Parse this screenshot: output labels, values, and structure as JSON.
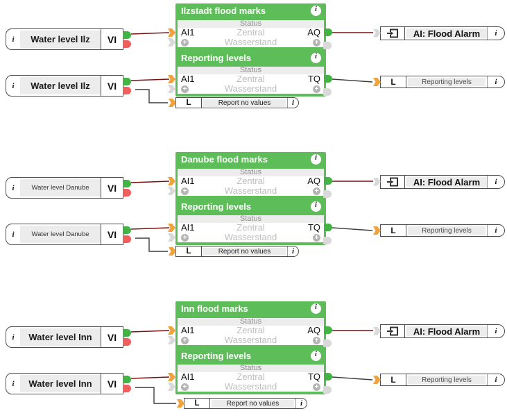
{
  "icons": {
    "info": "i",
    "plus": "+"
  },
  "colors": {
    "block_green": "#5cbd59",
    "connector_orange": "#f2a23b",
    "pin_green": "#42b344",
    "pin_red": "#f15e5e",
    "wire_red": "#7a1111",
    "wire_gray": "#3d3d3d",
    "cell_gray": "#ececec"
  },
  "groups": [
    {
      "name": "Ilzstadt",
      "inputs": [
        {
          "label": "Water level Ilz",
          "port": "VI"
        },
        {
          "label": "Water level Ilz",
          "port": "VI"
        }
      ],
      "blocks": [
        {
          "title": "Ilzstadt flood marks",
          "status": "Status",
          "input": "AI1",
          "source": "Zentral",
          "measure": "Wasserstand",
          "output": "AQ"
        },
        {
          "title": "Reporting levels",
          "status": "Status",
          "input": "AI1",
          "source": "Zentral",
          "measure": "Wasserstand",
          "output": "TQ"
        }
      ],
      "no_values": {
        "port": "L",
        "label": "Report no values"
      },
      "outputs": {
        "alarm": {
          "label": "AI: Flood Alarm"
        },
        "report": {
          "port": "L",
          "label": "Reporting levels"
        }
      }
    },
    {
      "name": "Danube",
      "inputs": [
        {
          "label": "Water level Danube",
          "port": "VI"
        },
        {
          "label": "Water level Danube",
          "port": "VI"
        }
      ],
      "blocks": [
        {
          "title": "Danube flood marks",
          "status": "Status",
          "input": "AI1",
          "source": "Zentral",
          "measure": "Wasserstand",
          "output": "AQ"
        },
        {
          "title": "Reporting levels",
          "status": "Status",
          "input": "AI1",
          "source": "Zentral",
          "measure": "Wasserstand",
          "output": "TQ"
        }
      ],
      "no_values": {
        "port": "L",
        "label": "Report no values"
      },
      "outputs": {
        "alarm": {
          "label": "AI: Flood Alarm"
        },
        "report": {
          "port": "L",
          "label": "Reporting levels"
        }
      }
    },
    {
      "name": "Inn",
      "inputs": [
        {
          "label": "Water level Inn",
          "port": "VI"
        },
        {
          "label": "Water level Inn",
          "port": "VI"
        }
      ],
      "blocks": [
        {
          "title": "Inn flood marks",
          "status": "Status",
          "input": "AI1",
          "source": "Zentral",
          "measure": "Wasserstand",
          "output": "AQ"
        },
        {
          "title": "Reporting levels",
          "status": "Status",
          "input": "AI1",
          "source": "Zentral",
          "measure": "Wasserstand",
          "output": "TQ"
        }
      ],
      "no_values": {
        "port": "L",
        "label": "Report no values"
      },
      "outputs": {
        "alarm": {
          "label": "AI: Flood Alarm"
        },
        "report": {
          "port": "L",
          "label": "Reporting levels"
        }
      }
    }
  ]
}
